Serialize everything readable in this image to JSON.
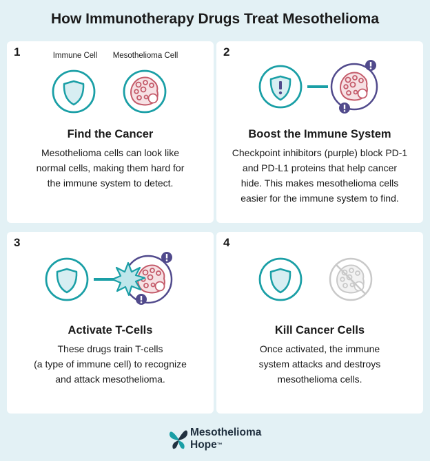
{
  "title": "How Immunotherapy Drugs Treat Mesothelioma",
  "colors": {
    "background": "#e3f1f5",
    "teal": "#1a9fa6",
    "purple": "#514a8c",
    "cancer_pink": "#c45b6a",
    "grey": "#c9c9c9"
  },
  "steps": [
    {
      "number": "1",
      "icon_labels": [
        "Immune Cell",
        "Mesothelioma Cell"
      ],
      "heading": "Find the Cancer",
      "description_lines": [
        "Mesothelioma cells can look like",
        "normal cells, making them hard for",
        "the immune system to detect."
      ]
    },
    {
      "number": "2",
      "heading": "Boost the Immune System",
      "description_lines": [
        "Checkpoint inhibitors (purple) block PD-1",
        "and PD-L1 proteins that help cancer",
        "hide. This makes mesothelioma cells",
        "easier for the immune system to find."
      ]
    },
    {
      "number": "3",
      "heading": "Activate T-Cells",
      "description_lines": [
        "These drugs train T-cells",
        "(a type of immune cell) to recognize",
        "and attack mesothelioma."
      ]
    },
    {
      "number": "4",
      "heading": "Kill Cancer Cells",
      "description_lines": [
        "Once activated, the immune",
        "system attacks and destroys",
        "mesothelioma cells."
      ]
    }
  ],
  "icons": {
    "shield": "shield-icon",
    "cancer_cell": "cancer-cell-icon",
    "alert": "exclamation-icon",
    "burst": "impact-burst-icon",
    "prohibited": "prohibited-icon"
  },
  "footer": {
    "brand_line1": "Mesothelioma",
    "brand_line2": "Hope",
    "trademark": "™"
  }
}
